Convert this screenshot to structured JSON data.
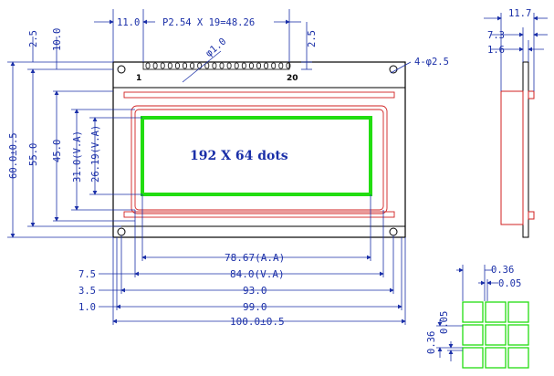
{
  "diagram": {
    "pitch_label": "P2.54 X 19=48.26",
    "top_left_offset": "11.0",
    "pin_hole_label": "φ1.0",
    "mount_hole_label": "4-φ2.5",
    "pin_first": "1",
    "pin_last": "20",
    "top_right_small": "2.5",
    "left_vertical": {
      "d1": "2.5",
      "d2": "10.0",
      "d3": "60.0±0.5",
      "d4": "55.0",
      "d5": "45.0",
      "d6": "31.0(V.A)",
      "d7": "26.19(V.A)"
    },
    "screen_label": "192 X 64 dots",
    "bottom_dims": {
      "aa": "78.67(A.A)",
      "va": "84.0(V.A)",
      "w93": "93.0",
      "w99": "99.0",
      "w100": "100.0±0.5",
      "l75": "7.5",
      "l35": "3.5",
      "l10": "1.0"
    },
    "side_view": {
      "d117": "11.7",
      "d73": "7.3",
      "d16": "1.6"
    },
    "dot_detail": {
      "top1": "0.36",
      "top2": "0.05",
      "left1": "0.36",
      "left2": "0.05"
    }
  }
}
